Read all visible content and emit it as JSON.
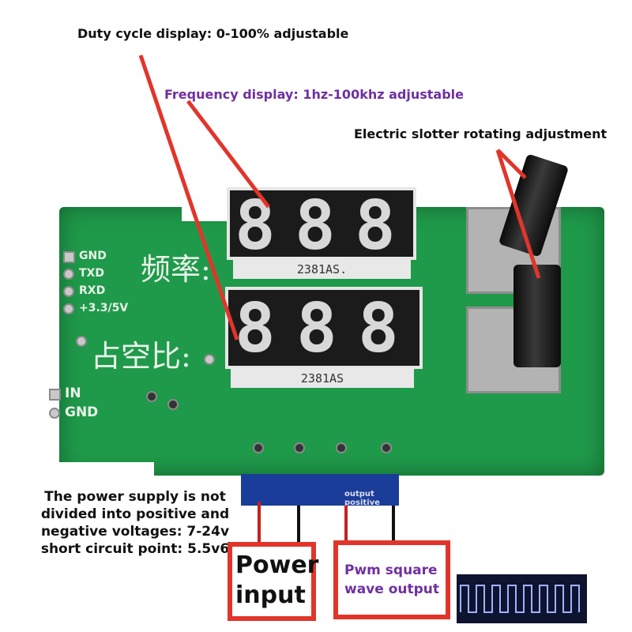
{
  "labels": {
    "duty_cycle": "Duty cycle display: 0-100% adjustable",
    "frequency": "Frequency display: 1hz-100khz adjustable",
    "slotter": "Electric slotter rotating adjustment",
    "power_supply": [
      "The power supply is not",
      "divided into positive and",
      "negative voltages: 7-24v",
      "short circuit point: 5.5v6"
    ],
    "power_input": [
      "Power",
      "input"
    ],
    "pwm_output": [
      "Pwm square",
      "wave output"
    ]
  },
  "board": {
    "uart_pins": [
      "GND",
      "TXD",
      "RXD",
      "+3.3/5V"
    ],
    "in_pins": [
      "IN",
      "GND"
    ],
    "freq_silk": "频率:",
    "duty_silk": "占空比:",
    "display_part": "2381AS.",
    "display_part_lower": "2381AS",
    "output_silk": [
      "output",
      "positive"
    ]
  },
  "colors": {
    "pcb": "#1f9a4a",
    "arrow": "#e1352b",
    "purple_text": "#7030a0",
    "terminal": "#1a3d9a"
  }
}
